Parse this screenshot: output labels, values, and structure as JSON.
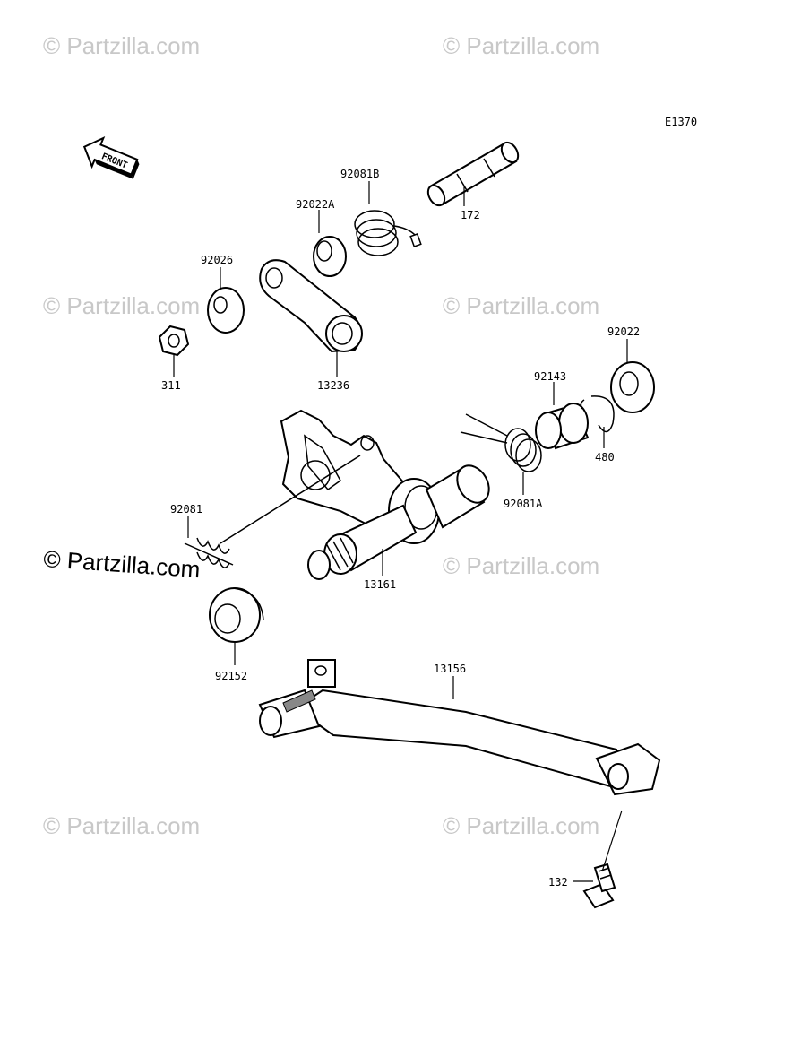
{
  "diagram_code": "E1370",
  "front_label": "FRONT",
  "watermark": "© Partzilla.com",
  "watermark_main": "© Partzilla.com",
  "parts": {
    "p172": "172",
    "p92081B": "92081B",
    "p92022A": "92022A",
    "p92026": "92026",
    "p311": "311",
    "p13236": "13236",
    "p92022": "92022",
    "p92143": "92143",
    "p480": "480",
    "p92081A": "92081A",
    "p92081": "92081",
    "p13161": "13161",
    "p92152": "92152",
    "p13156": "13156",
    "p132": "132"
  }
}
